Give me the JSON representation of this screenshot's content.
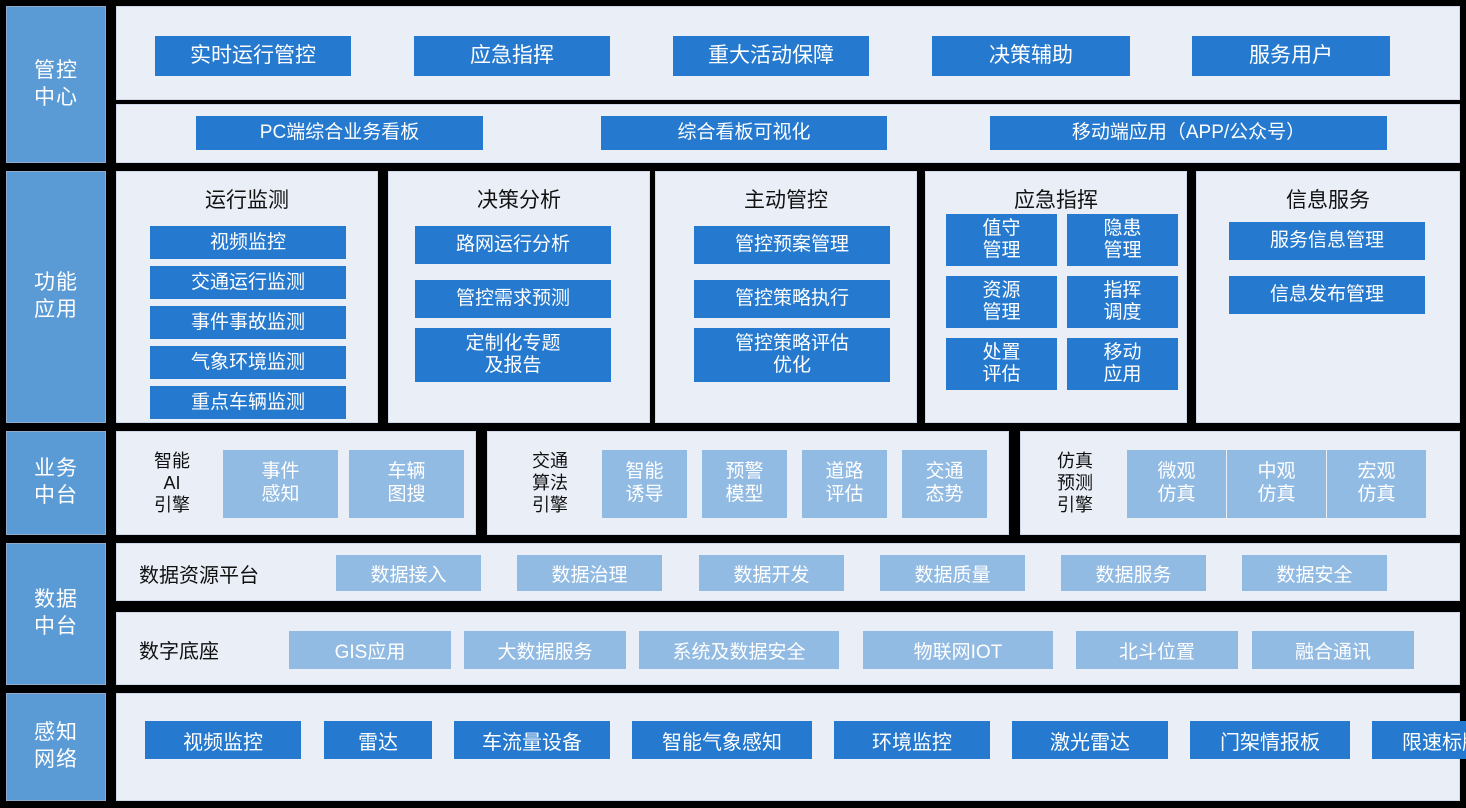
{
  "colors": {
    "background": "#000000",
    "panel_bg": "#e9eef7",
    "layer_label_bg": "#5b9bd5",
    "chip_dark": "#2579ce",
    "chip_light": "#92bbe3",
    "text_dark": "#111111",
    "text_light": "#ffffff"
  },
  "layers": [
    {
      "id": "control-center",
      "label": "管控\n中心"
    },
    {
      "id": "function-app",
      "label": "功能\n应用"
    },
    {
      "id": "business-mid",
      "label": "业务\n中台"
    },
    {
      "id": "data-mid",
      "label": "数据\n中台"
    },
    {
      "id": "sensing-network",
      "label": "感知\n网络"
    }
  ],
  "control_center": {
    "row1": [
      {
        "label": "实时运行管控"
      },
      {
        "label": "应急指挥"
      },
      {
        "label": "重大活动保障"
      },
      {
        "label": "决策辅助"
      },
      {
        "label": "服务用户"
      }
    ],
    "row2": [
      {
        "label": "PC端综合业务看板"
      },
      {
        "label": "综合看板可视化"
      },
      {
        "label": "移动端应用（APP/公众号）"
      }
    ]
  },
  "function_app": {
    "columns": [
      {
        "title": "运行监测",
        "layout": "single",
        "items": [
          {
            "label": "视频监控"
          },
          {
            "label": "交通运行监测"
          },
          {
            "label": "事件事故监测"
          },
          {
            "label": "气象环境监测"
          },
          {
            "label": "重点车辆监测"
          }
        ]
      },
      {
        "title": "决策分析",
        "layout": "single",
        "items": [
          {
            "label": "路网运行分析"
          },
          {
            "label": "管控需求预测"
          },
          {
            "label": "定制化专题\n及报告"
          }
        ]
      },
      {
        "title": "主动管控",
        "layout": "single",
        "items": [
          {
            "label": "管控预案管理"
          },
          {
            "label": "管控策略执行"
          },
          {
            "label": "管控策略评估\n优化"
          }
        ]
      },
      {
        "title": "应急指挥",
        "layout": "grid2",
        "items": [
          {
            "label": "值守\n管理"
          },
          {
            "label": "隐患\n管理"
          },
          {
            "label": "资源\n管理"
          },
          {
            "label": "指挥\n调度"
          },
          {
            "label": "处置\n评估"
          },
          {
            "label": "移动\n应用"
          }
        ]
      },
      {
        "title": "信息服务",
        "layout": "single",
        "items": [
          {
            "label": "服务信息管理"
          },
          {
            "label": "信息发布管理"
          }
        ]
      }
    ]
  },
  "business_mid": {
    "groups": [
      {
        "name": "智能\nAI\n引擎",
        "items": [
          {
            "label": "事件\n感知"
          },
          {
            "label": "车辆\n图搜"
          }
        ]
      },
      {
        "name": "交通\n算法\n引擎",
        "items": [
          {
            "label": "智能\n诱导"
          },
          {
            "label": "预警\n模型"
          },
          {
            "label": "道路\n评估"
          },
          {
            "label": "交通\n态势"
          }
        ]
      },
      {
        "name": "仿真\n预测\n引擎",
        "items": [
          {
            "label": "微观\n仿真"
          },
          {
            "label": "中观\n仿真"
          },
          {
            "label": "宏观\n仿真"
          }
        ]
      }
    ]
  },
  "data_mid": {
    "rows": [
      {
        "name": "数据资源平台",
        "items": [
          {
            "label": "数据接入"
          },
          {
            "label": "数据治理"
          },
          {
            "label": "数据开发"
          },
          {
            "label": "数据质量"
          },
          {
            "label": "数据服务"
          },
          {
            "label": "数据安全"
          }
        ]
      },
      {
        "name": "数字底座",
        "items": [
          {
            "label": "GIS应用"
          },
          {
            "label": "大数据服务"
          },
          {
            "label": "系统及数据安全"
          },
          {
            "label": "物联网IOT"
          },
          {
            "label": "北斗位置"
          },
          {
            "label": "融合通讯"
          }
        ]
      }
    ]
  },
  "sensing_network": {
    "items": [
      {
        "label": "视频监控"
      },
      {
        "label": "雷达"
      },
      {
        "label": "车流量设备"
      },
      {
        "label": "智能气象感知"
      },
      {
        "label": "环境监控"
      },
      {
        "label": "激光雷达"
      },
      {
        "label": "门架情报板"
      },
      {
        "label": "限速标牌"
      }
    ]
  }
}
